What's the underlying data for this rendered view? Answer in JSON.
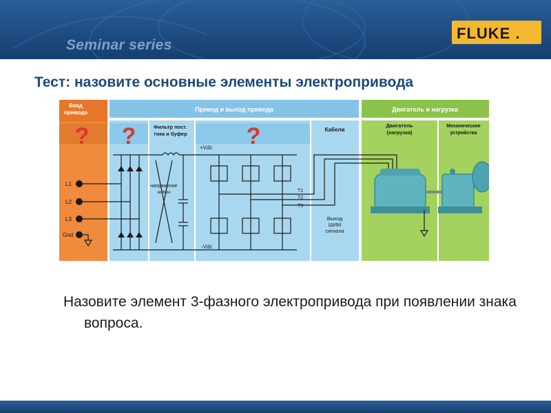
{
  "header": {
    "brand": "Seminar series",
    "logo": "FLUKE ."
  },
  "title": "Тест: назовите основные элементы электропривода",
  "diagram": {
    "sections": {
      "input": "Вход привода",
      "drive": "Привод и выход привода",
      "motor": "Двигатель и нагрузка"
    },
    "question_mark": "?",
    "labels": {
      "filter": "Фильтр пост. тока и буфер",
      "cables": "Кабели",
      "motor_load": "Двигатель (нагрузка)",
      "mechanical": "Механические устройства",
      "bus_voltage": "напряжение шины",
      "vdc_plus": "+Vdc",
      "vdc_minus": "-Vdc",
      "pwm_output": "Выход ШИМ сигнала",
      "L1": "L1",
      "L2": "L2",
      "L3": "L3",
      "Gnd": "Gnd",
      "T1": "T1",
      "T2": "T2",
      "T3": "T3"
    }
  },
  "body": "Назовите элемент 3-фазного электропривода при появлении знака вопроса.",
  "colors": {
    "orange": "#f08a3c",
    "blue_panel": "#9dd0ee",
    "green": "#93c847",
    "title": "#1d4a78",
    "question": "#d6392e"
  }
}
